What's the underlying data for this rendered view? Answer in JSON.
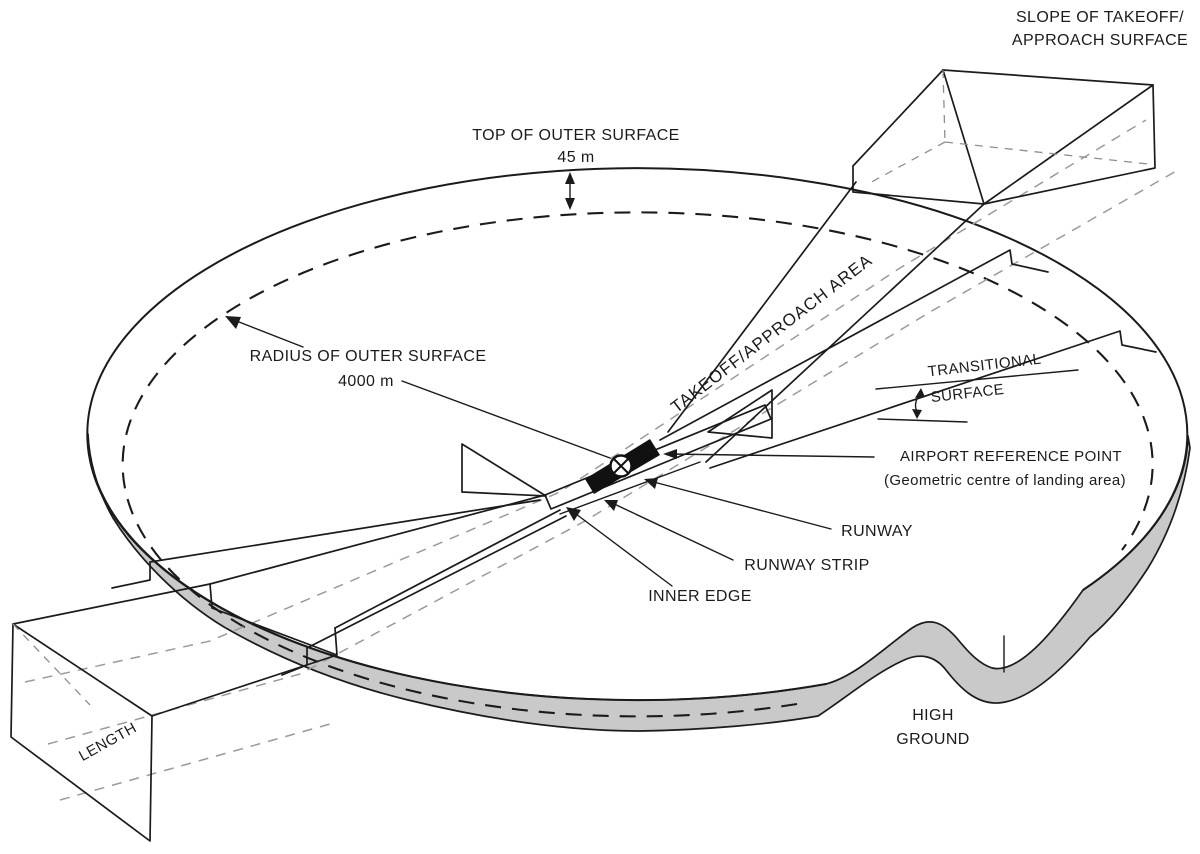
{
  "diagram": {
    "labels": {
      "slope_line1": "SLOPE OF TAKEOFF/",
      "slope_line2": "APPROACH SURFACE",
      "top_outer_surface": "TOP OF OUTER SURFACE",
      "top_outer_height": "45 m",
      "radius_outer_surface": "RADIUS OF OUTER SURFACE",
      "radius_value": "4000 m",
      "takeoff_approach_area": "TAKEOFF/APPROACH AREA",
      "transitional_line1": "TRANSITIONAL",
      "transitional_line2": "SURFACE",
      "arp_line1": "AIRPORT REFERENCE POINT",
      "arp_line2": "(Geometric centre of landing area)",
      "runway": "RUNWAY",
      "runway_strip": "RUNWAY STRIP",
      "inner_edge": "INNER EDGE",
      "length": "LENGTH",
      "high_ground_line1": "HIGH",
      "high_ground_line2": "GROUND"
    },
    "values": {
      "outer_surface_height_m": 45,
      "outer_surface_radius_m": 4000
    },
    "colors": {
      "line": "#1b1b1b",
      "rim_fill": "#c9c9c9",
      "centerline_gray": "#9b9b9b",
      "background": "#ffffff"
    }
  }
}
